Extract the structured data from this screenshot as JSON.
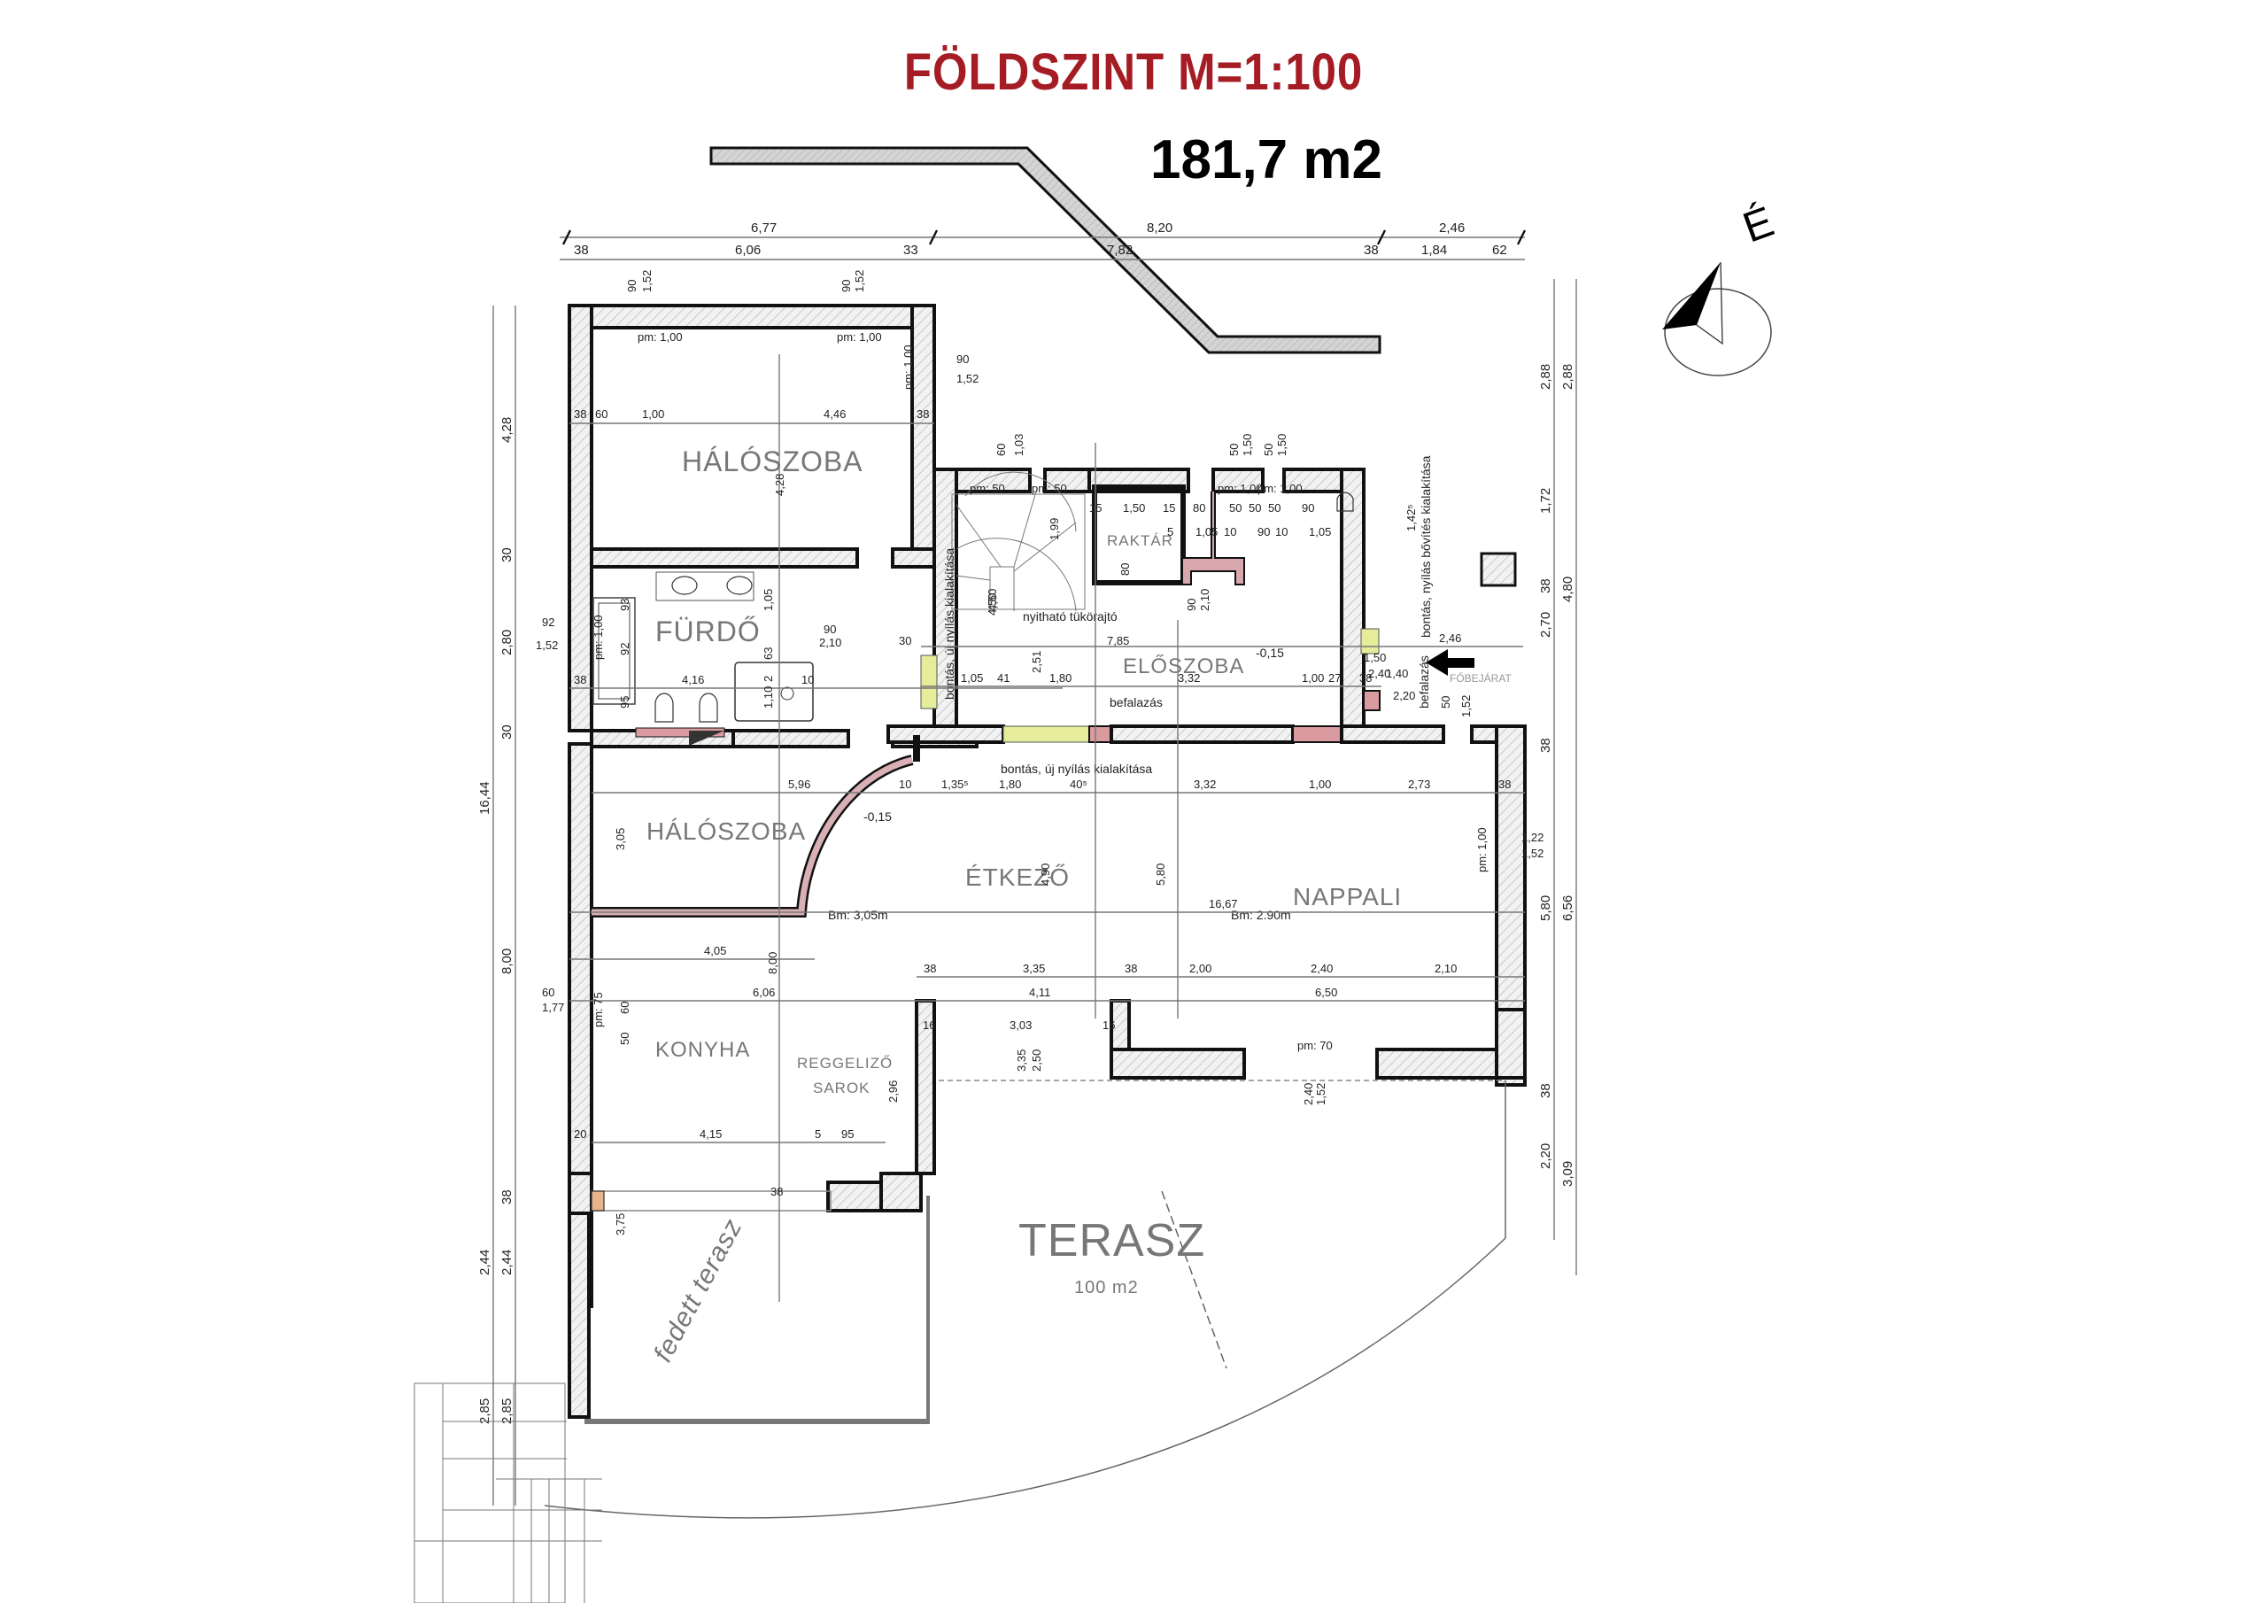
{
  "header": {
    "title": "FÖLDSZINT  M=1:100",
    "area": "181,7 m2",
    "title_color": "#a51c24"
  },
  "north_arrow": {
    "label": "É",
    "icon": "north-arrow-icon"
  },
  "rooms": {
    "bedroom_1": "HÁLÓSZOBA",
    "bathroom": "FÜRDŐ",
    "storage": "RAKTÁR",
    "hall": "ELŐSZOBA",
    "bedroom_2": "HÁLÓSZOBA",
    "dining": "ÉTKEZŐ",
    "living": "NAPPALI",
    "kitchen": "KONYHA",
    "breakfast_1": "REGGELIZŐ",
    "breakfast_2": "SAROK",
    "terrace": "TERASZ",
    "terrace_area": "100 m2",
    "covered_terrace": "fedett terasz"
  },
  "notes": {
    "mirror_door": "nyitható tükörajtó",
    "demolition_new_opening": "bontás, új nyílás kialakítása",
    "demolition_widen_opening": "bontás, nyílás bővítés kialakítása",
    "wall_in": "befalazás",
    "main_entrance": "FŐBEJÁRAT",
    "level_hall": "-0,15",
    "level_bedroom": "-0,15",
    "ceiling_bedroom": "Bm: 3,05m",
    "ceiling_living": "Bm: 2.90m"
  },
  "dimensions": {
    "top_outer": [
      "6,77",
      "8,20",
      "2,46"
    ],
    "top_inner": [
      "38",
      "6,06",
      "33",
      "7,82",
      "38",
      "1,84",
      "62"
    ],
    "left_outer": [
      "16,44",
      "2,44",
      "2,85"
    ],
    "left_inner": [
      "38",
      "4,28",
      "30",
      "2,80",
      "30",
      "8,00",
      "38",
      "2,44",
      "2,85"
    ],
    "right_chain_1": [
      "2,88",
      "1,72",
      "38",
      "2,70",
      "38",
      "5,80",
      "38",
      "2,20"
    ],
    "right_chain_2": [
      "2,88",
      "4,80",
      "6,56",
      "3,09"
    ],
    "bedroom1": [
      "38",
      "60",
      "1,00",
      "4,46",
      "38",
      "4,28",
      "90",
      "1,52",
      "pm: 1,00",
      "90",
      "1,52",
      "pm: 1,00",
      "90",
      "1,52",
      "pm: 1,00"
    ],
    "bathroom": [
      "4,16",
      "38",
      "92",
      "1,52",
      "pm: 1,00",
      "93",
      "92",
      "95",
      "1,05",
      "63",
      "2",
      "1,10",
      "10",
      "30",
      "90",
      "2,10"
    ],
    "hall": [
      "7,85",
      "2,51",
      "1,05",
      "41",
      "1,80",
      "3,32",
      "1,00",
      "27",
      "38",
      "1,50",
      "2,40",
      "1,40",
      "2,20",
      "2,46",
      "4,50",
      "90",
      "2,10",
      "1,42⁵",
      "50",
      "1,52"
    ],
    "stairs": [
      "pm: 50",
      "pm: 50",
      "1,99",
      "4,50",
      "60",
      "1,03",
      "60",
      "1,03"
    ],
    "storage": [
      "15",
      "1,50",
      "15",
      "5",
      "80",
      "2,40"
    ],
    "wc": [
      "80",
      "50",
      "50",
      "50",
      "90",
      "1,05",
      "10",
      "90",
      "10",
      "1,05",
      "pm: 1,00",
      "pm: 1,00",
      "50",
      "1,50",
      "50",
      "1,50"
    ],
    "living": [
      "5,96",
      "10",
      "1,35⁵",
      "1,80",
      "40⁵",
      "3,32",
      "1,00",
      "2,73",
      "38",
      "16,67",
      "4,90",
      "5,80",
      "3,05",
      "1,22",
      "1,52",
      "pm: 1,00"
    ],
    "south": [
      "4,05",
      "8,00",
      "6,06",
      "38",
      "3,35",
      "38",
      "2,00",
      "2,40",
      "2,10",
      "4,11",
      "6,50",
      "16",
      "3,03",
      "16",
      "3,35",
      "2,50",
      "pm: 70",
      "2,40",
      "1,52"
    ],
    "kitchen": [
      "60",
      "1,77",
      "pm: 75",
      "50",
      "60",
      "4,15",
      "5",
      "95",
      "2,96",
      "20",
      "38",
      "3,75"
    ]
  }
}
